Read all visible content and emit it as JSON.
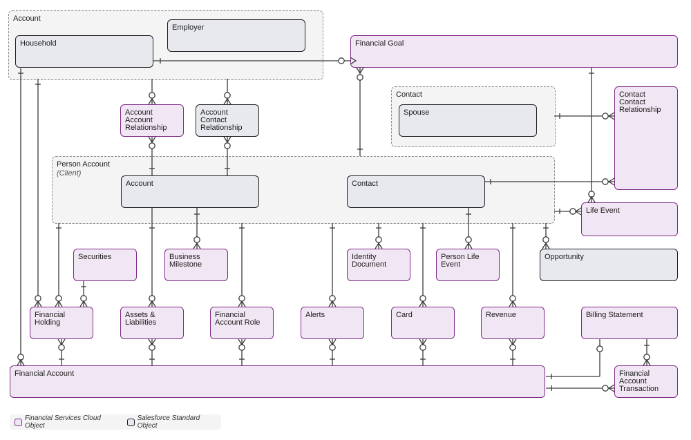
{
  "groups": {
    "account": "Account",
    "contact": "Contact",
    "person_account": "Person Account",
    "person_account_sub": "(Client)"
  },
  "entities": {
    "household": "Household",
    "employer": "Employer",
    "financial_goal": "Financial Goal",
    "account_account_relationship": "Account\nAccount\nRelationship",
    "account_contact_relationship": "Account\nContact\nRelationship",
    "spouse": "Spouse",
    "contact_contact_relationship": "Contact\nContact\nRelationship",
    "account": "Account",
    "contact": "Contact",
    "life_event": "Life Event",
    "securities": "Securities",
    "business_milestone": "Business\nMilestone",
    "identity_document": "Identity\nDocument",
    "person_life_event": "Person Life\nEvent",
    "opportunity": "Opportunity",
    "financial_holding": "Financial\nHolding",
    "assets_liabilities": "Assets &\nLiabilities",
    "financial_account_role": "Financial\nAccount Role",
    "alerts": "Alerts",
    "card": "Card",
    "revenue": "Revenue",
    "billing_statement": "Billing Statement",
    "financial_account": "Financial Account",
    "financial_account_transaction": "Financial\nAccount\nTransaction"
  },
  "legend": {
    "fsc": "Financial Services Cloud Object",
    "sfs": "Salesforce Standard Object"
  },
  "colors": {
    "fsc_fill": "#f1e6f3",
    "fsc_border": "#7d2a86",
    "sfs_fill": "#e7e9ee",
    "sfs_border": "#1f1f1f",
    "connector": "#3a3a3a"
  }
}
